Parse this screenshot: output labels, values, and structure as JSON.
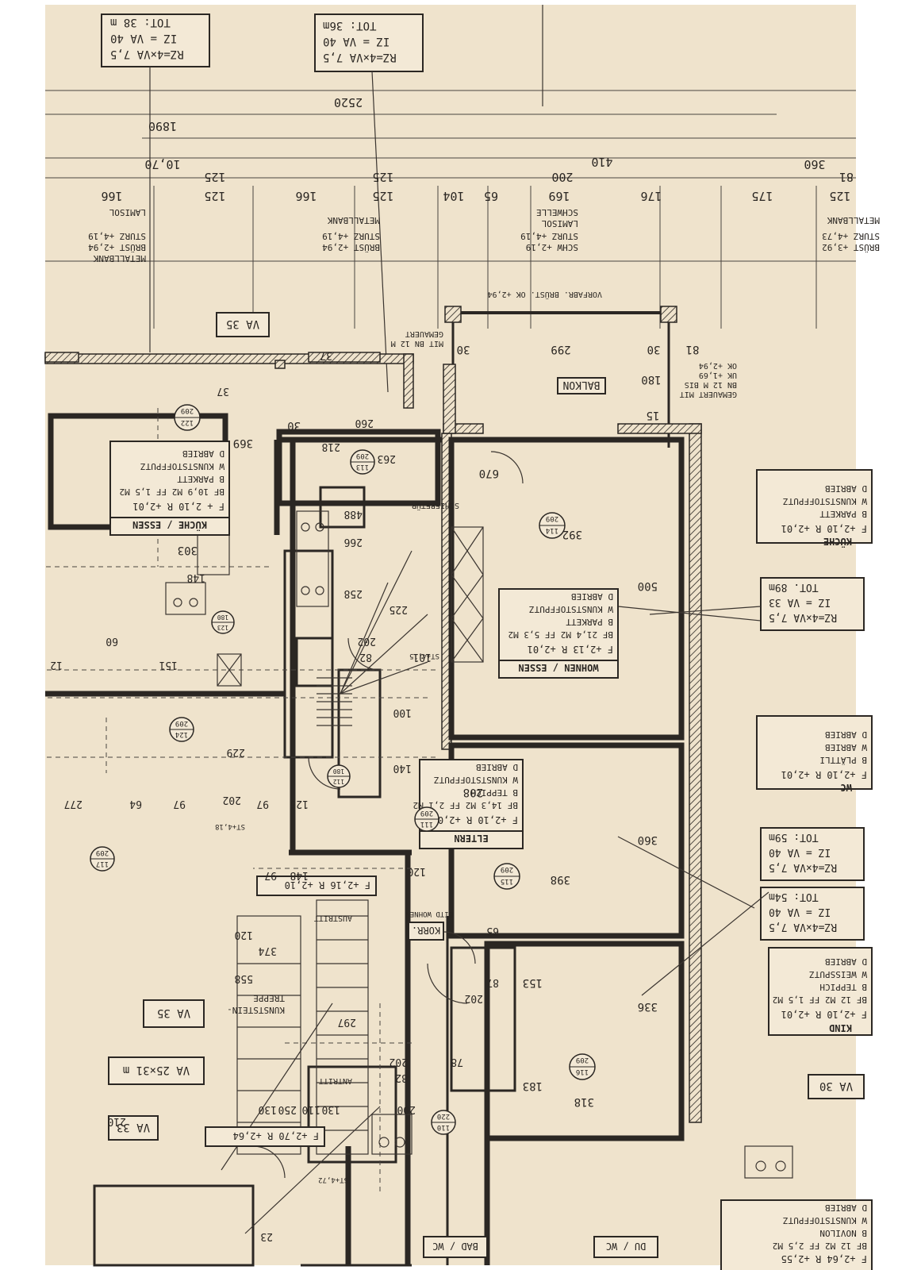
{
  "plan": {
    "top_labels": {
      "box_left": [
        "RZ=4×VA 7,5",
        "IZ =   VA 40",
        "TOT:      38 m"
      ],
      "box_mid": [
        "RZ=4×VA 7,5",
        "IZ =   VA 40",
        "TOT:    36m"
      ],
      "box_right_1": [
        "RZ=4×VA 7,5",
        "IZ =   VA 33",
        "TOT.    89m"
      ],
      "box_right_2": [
        "RZ=4×VA 7,5",
        "IZ =   VA 40",
        "TOT:    59m"
      ],
      "box_right_3": [
        "RZ=4×VA 7,5",
        "IZ =   VA 40",
        "TOT:    54m"
      ]
    },
    "dimensions_top": {
      "d2520": "2520",
      "d1890": "1890",
      "d1070": "10,70",
      "d410": "410",
      "d360": "360",
      "d200": "200",
      "d125a": "125",
      "d125b": "125",
      "d125c": "125",
      "d125d": "125",
      "d81": "81",
      "row": [
        "166",
        "125",
        "166",
        "125",
        "104",
        "65",
        "169",
        "176",
        "175",
        "125"
      ]
    },
    "window_notes": {
      "w1": [
        "STURZ    +4,19",
        "BRÜST    +2,94",
        "METALLBANK",
        "LAMISOL"
      ],
      "w2": [
        "STURZ    +4,19",
        "BRÜST    +2,94",
        "METALLBANK"
      ],
      "w3": [
        "STURZ    +4,19",
        "SCHW     +2,19",
        "SCHWELLE",
        "LAMISOL"
      ],
      "w4": [
        "STURZ    +4,73",
        "BRÜST    +3,92",
        "METALLBANK"
      ]
    },
    "balcony": {
      "label": "BALKON",
      "parapet": "VORFABR. BRÜST. OK +2,94",
      "wall_note_left": [
        "GEMAUERT",
        "MIT BN 12 M"
      ],
      "wall_note_right": [
        "GEMAUERT MIT",
        "BN 12 M BIS",
        "UK   +1,69",
        "OK   +2,94"
      ],
      "d299": "299",
      "d30a": "30",
      "d30b": "30",
      "d180": "180",
      "d81": "81",
      "d15": "15"
    },
    "rooms": [
      {
        "name": "KÜCHE / ESSEN",
        "circle": [
          "122",
          "209"
        ],
        "lines": [
          "F  + 2,10  R  +2,01",
          "BF  10,9 M2   FF   1,5 M2",
          "B  PARKETT",
          "W  KUNSTSTOFFPUTZ",
          "D  ABRIEB"
        ],
        "dims": [
          "303",
          "369",
          "30"
        ]
      },
      {
        "name": "WOHNEN / ESSEN",
        "circle": [
          "114",
          "209"
        ],
        "lines": [
          "F  +2,13  R  +2,01",
          "BF  21,4 M2   FF   5,3 M2",
          "B  PARKETT",
          "W  KUNSTSTOFFPUTZ",
          "D  ABRIEB"
        ],
        "dims": [
          "392",
          "500",
          "670"
        ]
      },
      {
        "name": "ELTERN",
        "circle": [
          "115",
          "209"
        ],
        "lines": [
          "F  +2,10  R  +2,01",
          "BF  14,3 M2   FF   2,1 M2",
          "B  TEPPICH",
          "W  KUNSTSTOFFPUTZ",
          "D  ABRIEB"
        ],
        "dims": [
          "398",
          "360",
          "208"
        ]
      },
      {
        "name": "KIND",
        "circle": [
          "116",
          "209"
        ],
        "lines": [
          "F  +2,10  R  +2,01",
          "BF  12 M2   FF   1,5 M2",
          "B  TEPPICH",
          "W  WEISSPUTZ",
          "D  ABRIEB"
        ],
        "dims": [
          "318",
          "336",
          "183",
          "153"
        ]
      },
      {
        "name": "KÜCHE",
        "circle": [],
        "lines": [
          "F  +2,10  R  +2,01",
          "B  PARKETT",
          "W  KUNSTSTOFFPUTZ",
          "D  ABRIEB"
        ],
        "dims": []
      },
      {
        "name": "WC",
        "circle": [],
        "lines": [
          "F  +2,10  R  +2,01",
          "B  PLÄTTLI",
          "W  ABRIEB",
          "D  ABRIEB"
        ],
        "dims": []
      },
      {
        "name": "BAD / WC",
        "circle": [],
        "lines": [
          "F  +2,64  R  +2,55",
          "BF  12 M2   FF   2,5 M2",
          "B  NOVILON",
          "W  KUNSTSTOFFPUTZ",
          "D  ABRIEB"
        ],
        "dims": []
      }
    ],
    "circles_small": {
      "c113": [
        "113",
        "209"
      ],
      "c123": [
        "123",
        "180"
      ],
      "c124": [
        "124",
        "209"
      ],
      "c112": [
        "112",
        "180"
      ],
      "c111": [
        "111",
        "209"
      ],
      "c117": [
        "117",
        "209"
      ],
      "c110": [
        "110",
        "220"
      ]
    },
    "labels": {
      "va35a": "VA 35",
      "va35b": "VA 35",
      "va25": "VA 25×31 m",
      "va33": "VA 33",
      "va30": "VA 30",
      "korr": "KORR.",
      "bitd": "BITD WOHNEN",
      "schiebetur": "SCHIEBETÜR",
      "treppe": [
        "KUNSTSTEIN-",
        "TREPPE"
      ],
      "austritt": "AUSTRITT",
      "antritt": "ANTRITT",
      "stair_line": "F  +2,16  R  +2,10",
      "entry_line": "F  +2,70  R  +2,64",
      "bad_label": "BAD / WC",
      "dusche": "DU / WC",
      "st415": "ST+4,15",
      "st418": "ST+4,18",
      "st472": "ST+4,72"
    },
    "misc_dims": {
      "d260": "260",
      "d218": "218",
      "d263": "263",
      "d37a": "37",
      "d37b": "37",
      "d488": "488",
      "d266": "266",
      "d258": "258",
      "d225": "225",
      "d202a": "202",
      "d82a": "82",
      "d101": "101",
      "d100": "100",
      "d140": "140",
      "d120a": "120",
      "d229": "229",
      "d202b": "202",
      "d148": "148",
      "d97a": "97",
      "d374": "374",
      "d558": "558",
      "d120b": "120",
      "d297": "297",
      "d250": "250",
      "d130a": "130",
      "d110": "110",
      "d130b": "130",
      "d202c": "202",
      "d82b": "82",
      "d200": "200",
      "d78": "78",
      "d87": "87",
      "d65": "65",
      "d202d": "202",
      "d277": "277",
      "d210": "210",
      "d151": "151",
      "d148b": "148",
      "d12a": "12",
      "d60": "60",
      "d64": "64",
      "d97b": "97",
      "d97c": "97",
      "d126": "126",
      "d23": "23"
    }
  }
}
